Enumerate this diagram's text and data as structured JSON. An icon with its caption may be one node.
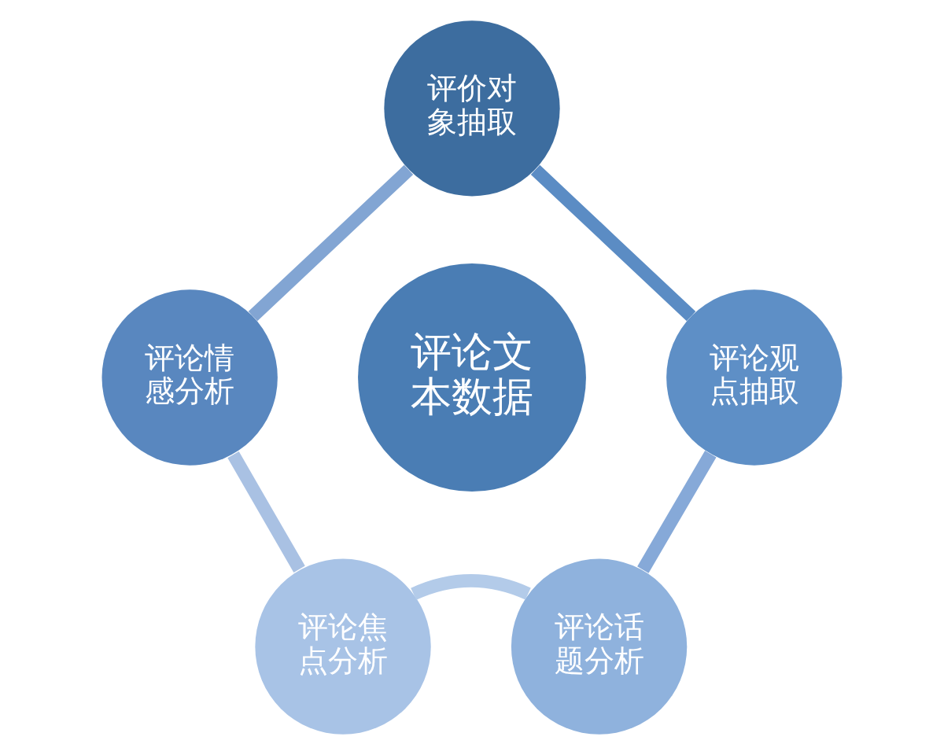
{
  "diagram": {
    "nodes": [
      {
        "text": [
          "评论文本数据"
        ]
      },
      {
        "text": [
          "评价对象抽取"
        ]
      },
      {
        "text": [
          "评论观点抽取"
        ]
      },
      {
        "text": [
          "评论话题分析"
        ]
      },
      {
        "text": [
          "评论焦点分析"
        ]
      },
      {
        "text": [
          "评论情感分析"
        ]
      }
    ],
    "edges": [
      {
        "from": 1,
        "to": 2,
        "arrow": "none",
        "color": "#5b8cc4"
      },
      {
        "from": 2,
        "to": 3,
        "arrow": "none",
        "color": "#86a9d8"
      },
      {
        "from": 3,
        "to": 4,
        "arrow": "none",
        "color": "#b3cbe9"
      },
      {
        "from": 4,
        "to": 5,
        "arrow": "none",
        "color": "#a9c1e3"
      },
      {
        "from": 5,
        "to": 1,
        "arrow": "none",
        "color": "#82a5d3"
      }
    ]
  }
}
